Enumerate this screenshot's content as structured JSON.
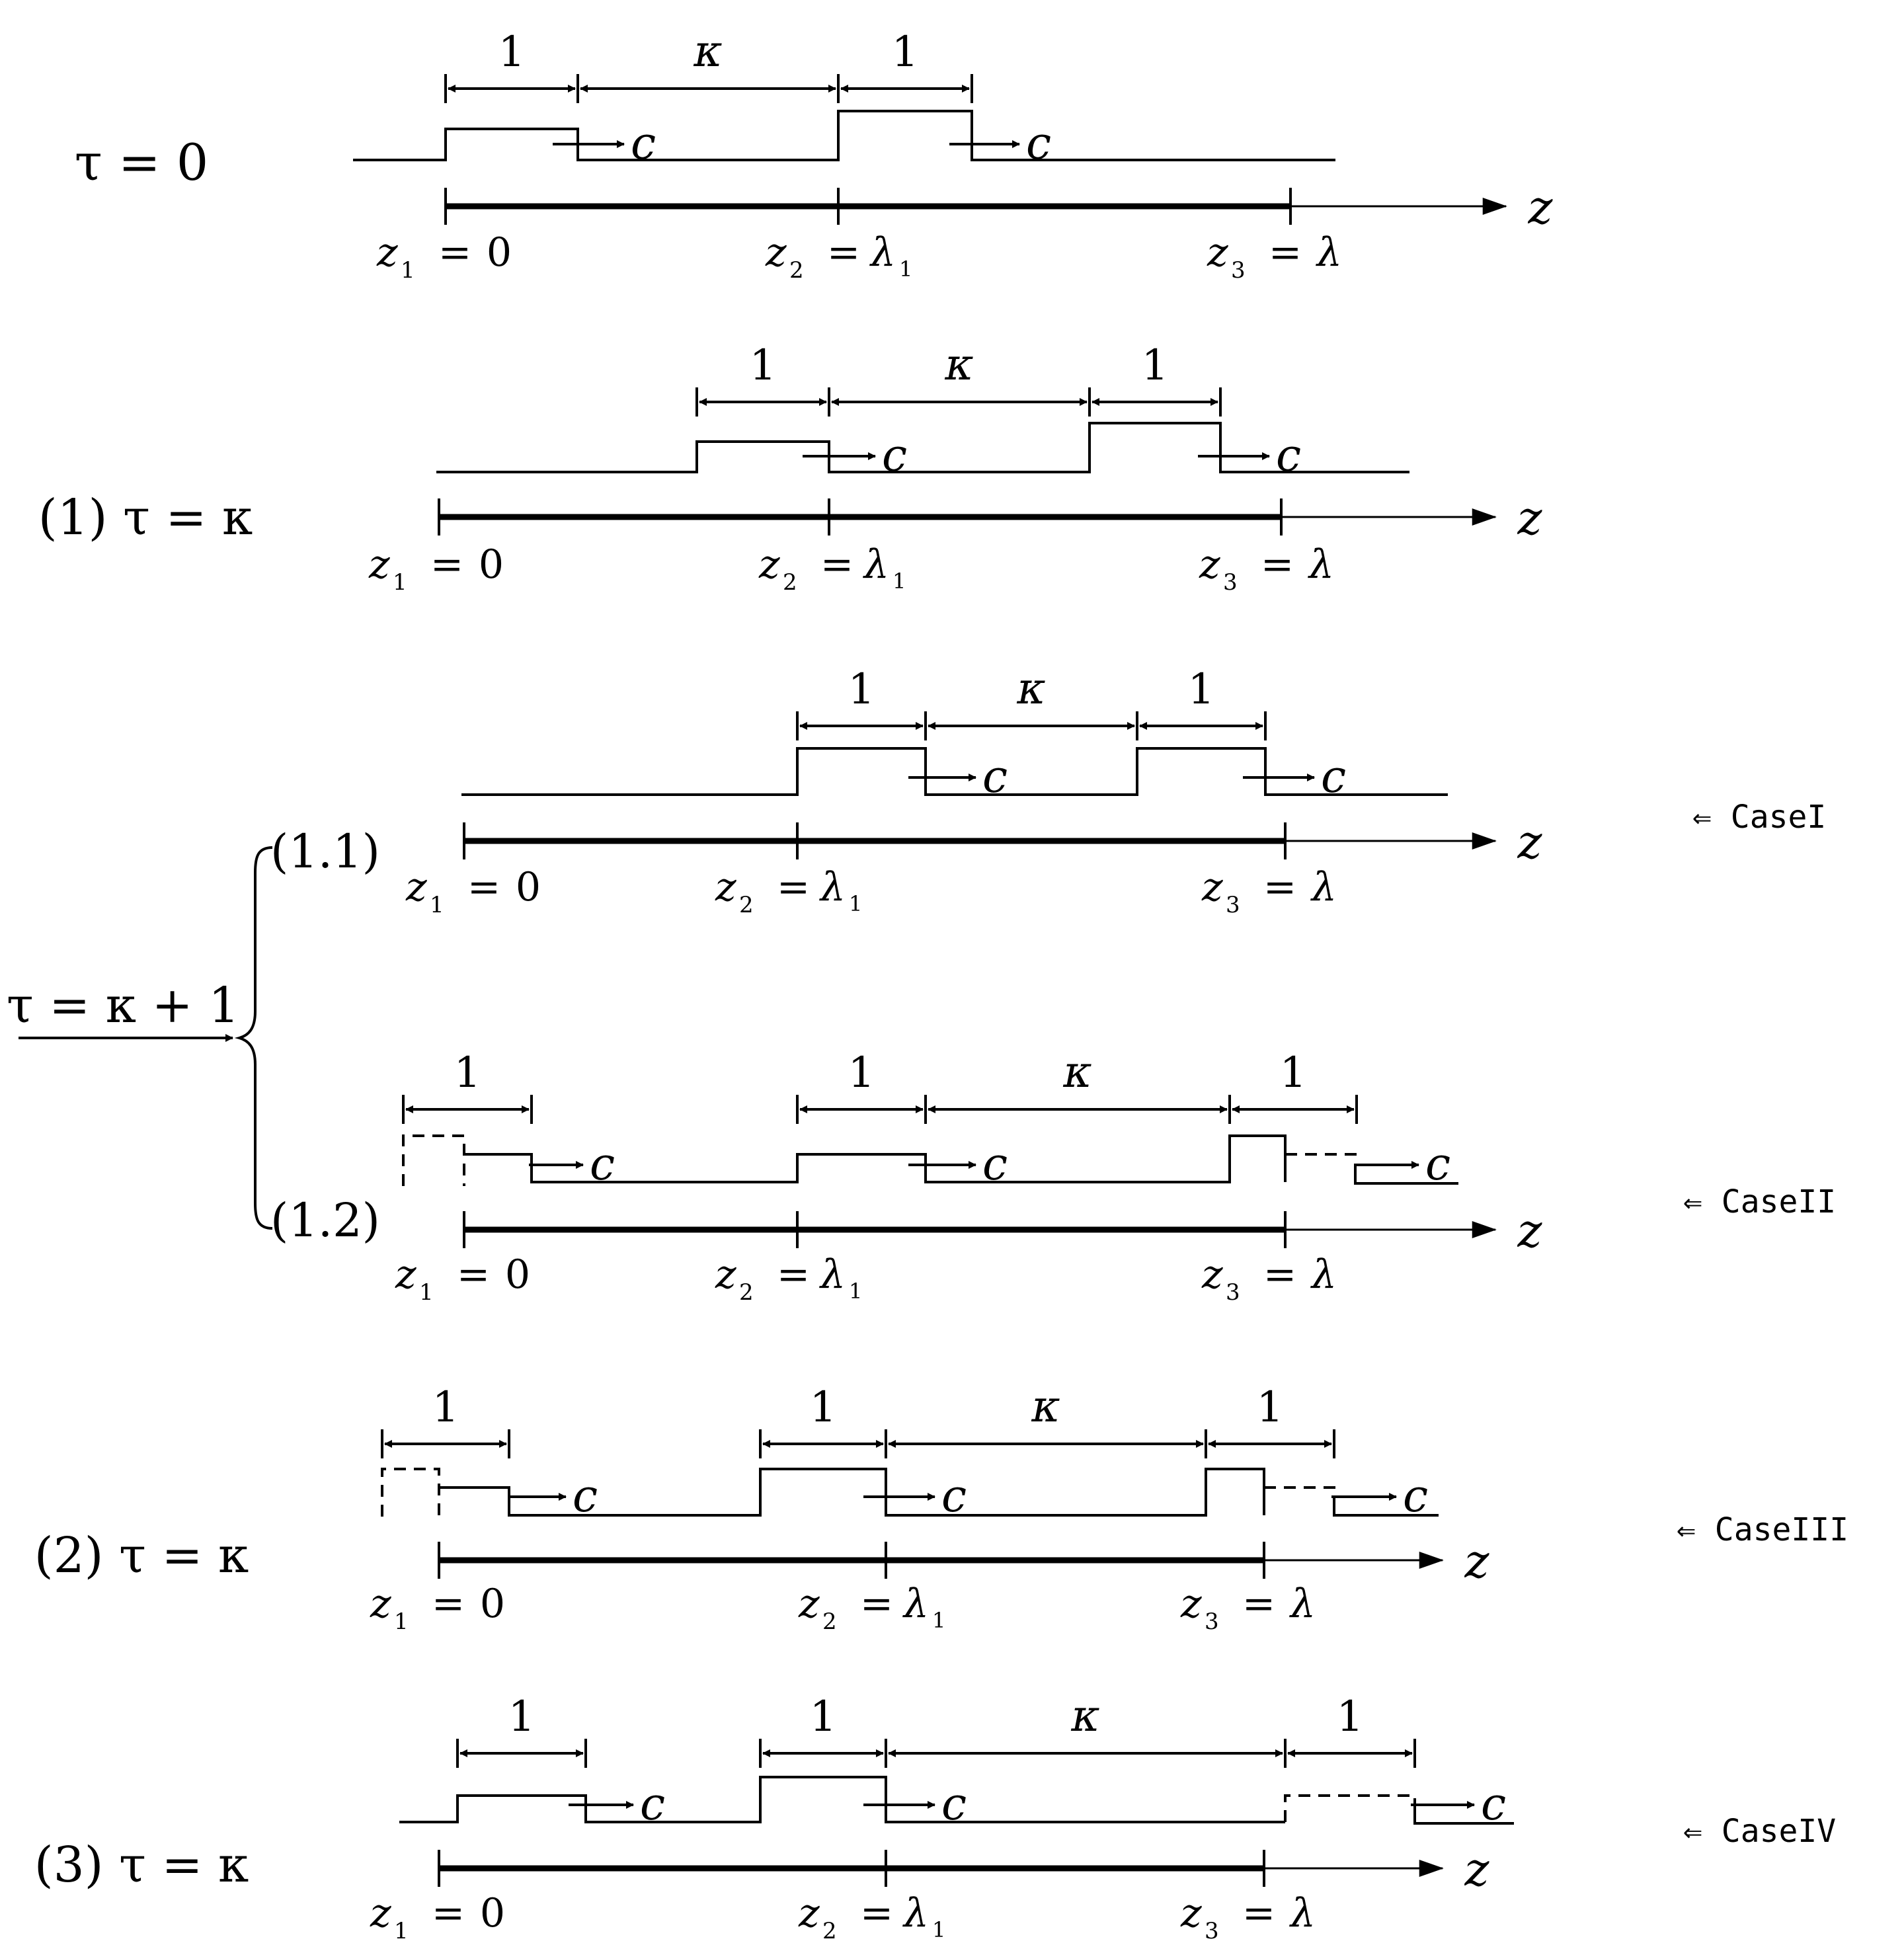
{
  "diagram": {
    "axis_label": "z",
    "symbols": {
      "one": "1",
      "kappa": "κ",
      "speed": "c",
      "eq": "=",
      "zero": "0",
      "z": "z",
      "sub1": "1",
      "sub2": "2",
      "sub3": "3",
      "lambda": "λ",
      "lambda_sub": "1"
    },
    "panels": [
      {
        "id": "tau0",
        "label": "τ = 0",
        "case_label": ""
      },
      {
        "id": "p1",
        "label": "(1)  τ = κ",
        "case_label": ""
      },
      {
        "id": "p11",
        "label": "(1.1)",
        "case_label": "⇐ CaseI"
      },
      {
        "id": "p12",
        "label": "(1.2)",
        "case_label": "⇐ CaseII"
      },
      {
        "id": "p2",
        "label": "(2)  τ = κ",
        "case_label": "⇐ CaseIII"
      },
      {
        "id": "p3",
        "label": "(3)  τ = κ",
        "case_label": "⇐ CaseIV"
      }
    ],
    "branch_label": "τ = κ + 1"
  }
}
